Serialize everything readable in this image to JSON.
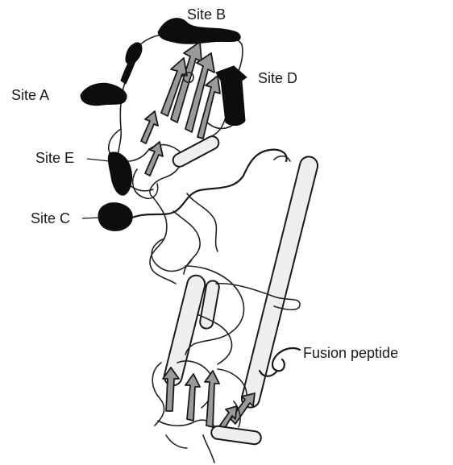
{
  "labels": {
    "site_b": "Site B",
    "site_a": "Site A",
    "site_d": "Site D",
    "site_e": "Site E",
    "site_c": "Site C",
    "fusion_peptide": "Fusion peptide"
  },
  "colors": {
    "ink": "#1a1a1a",
    "antigenic_site_fill": "#0d0d0d",
    "helix_fill": "#efefef",
    "strand_fill": "#9a9a9a",
    "background": "#ffffff"
  }
}
